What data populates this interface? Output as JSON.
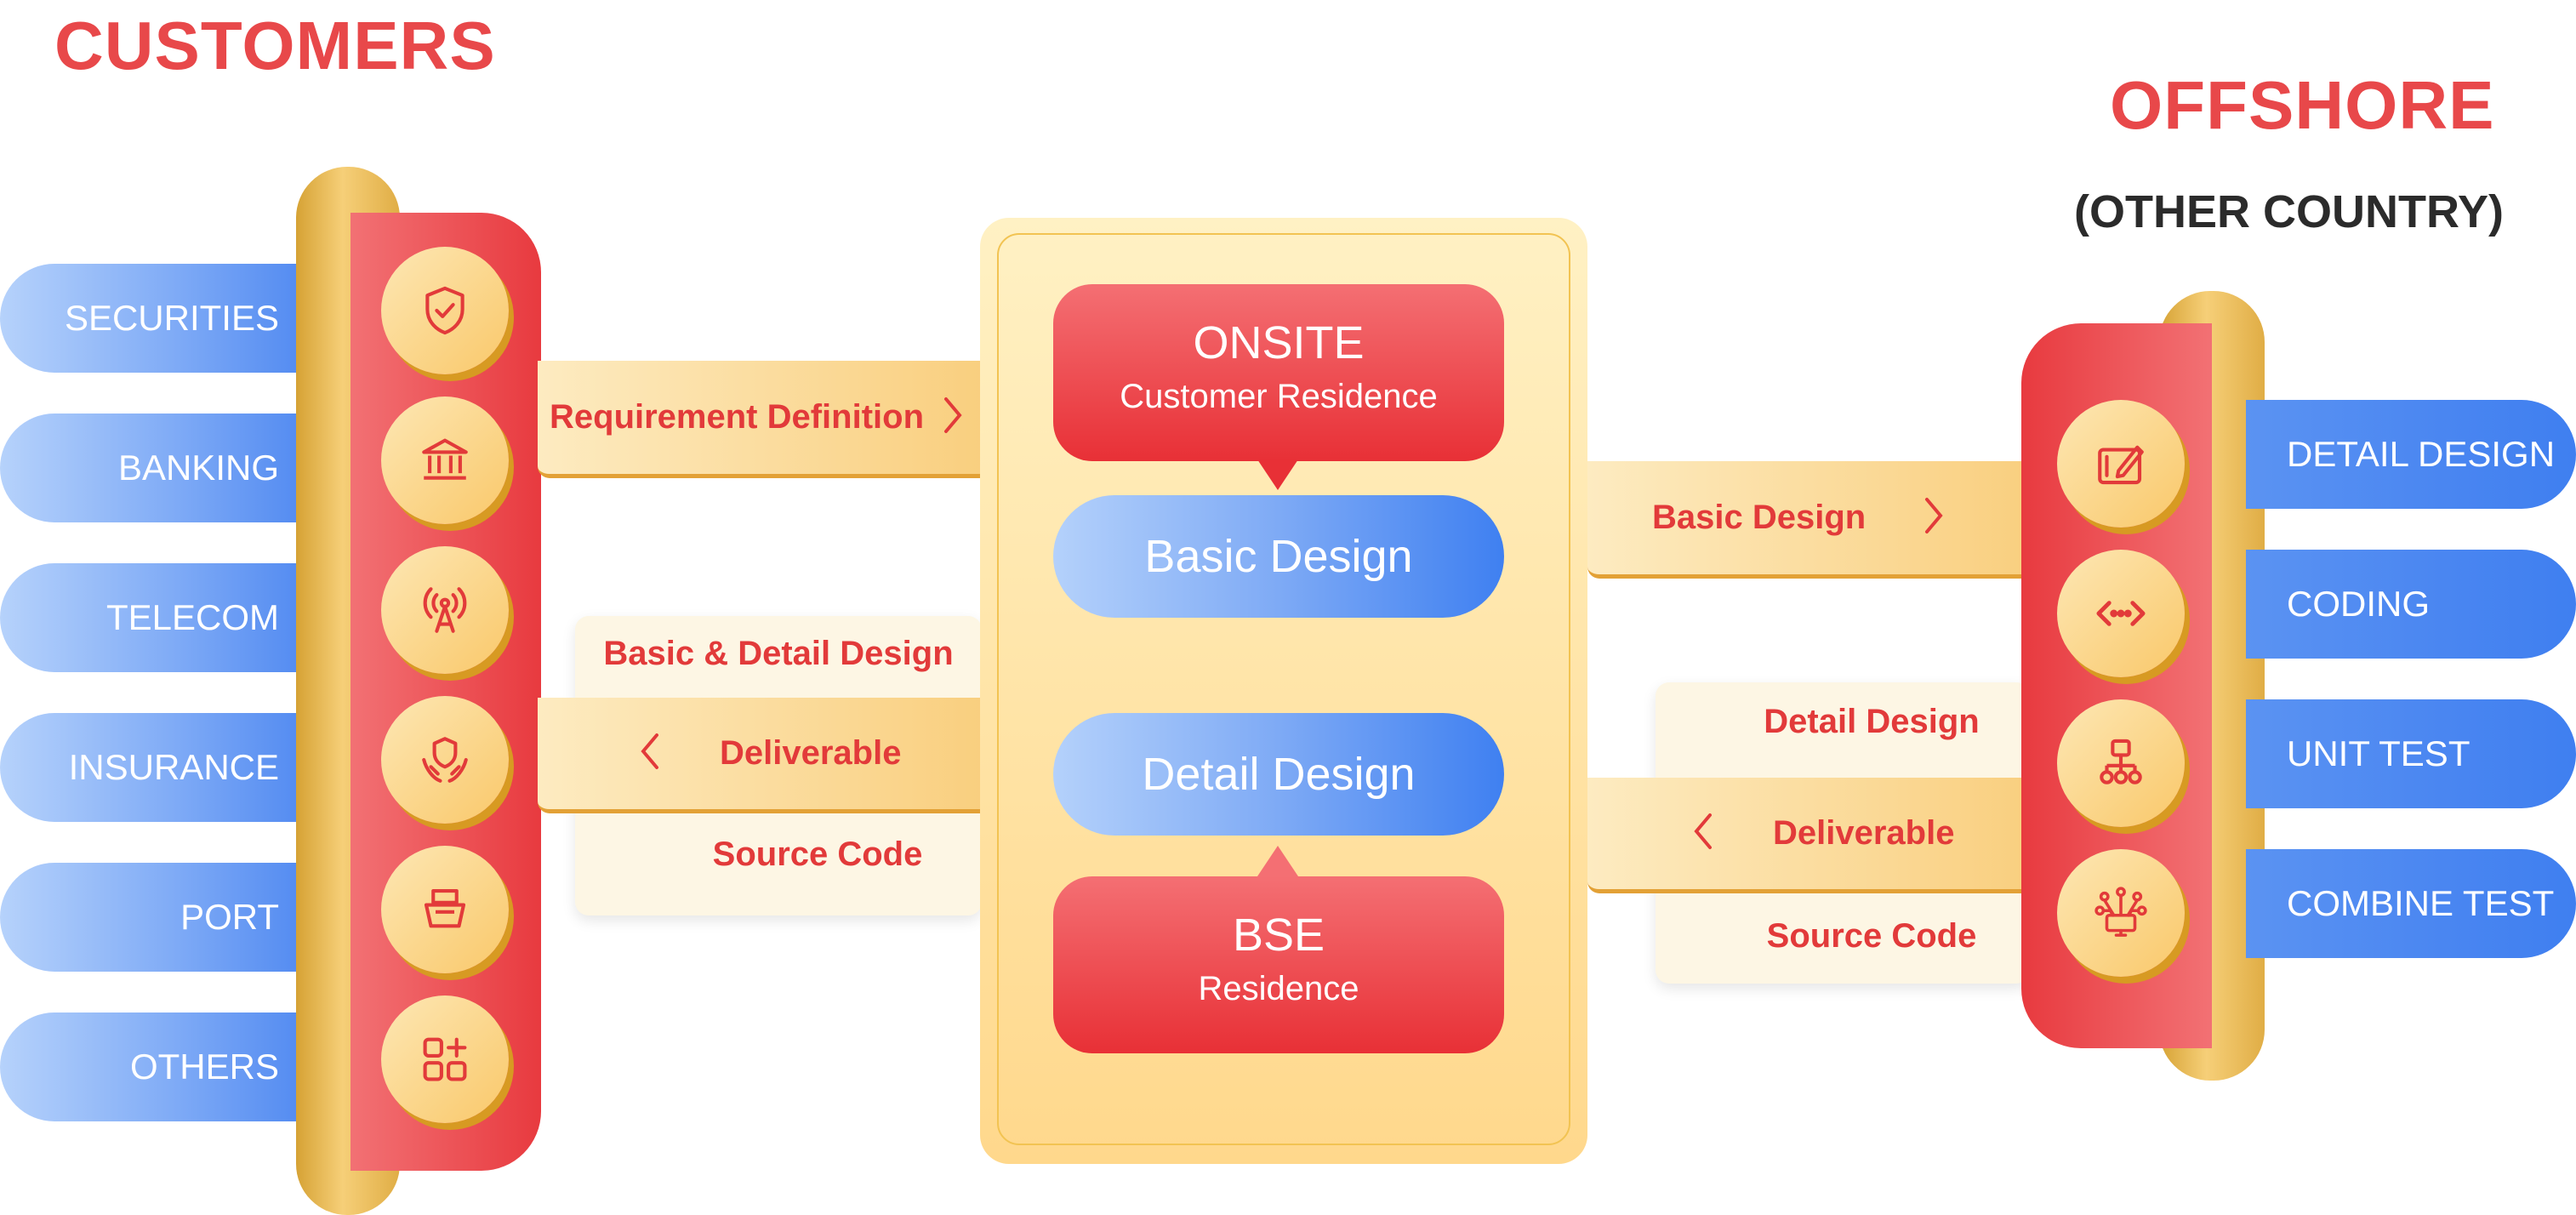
{
  "customers_title": "CUSTOMERS",
  "offshore_title": "OFFSHORE",
  "offshore_subtitle": "(OTHER COUNTRY)",
  "customer_sectors": [
    {
      "label": "SECURITIES",
      "icon": "shield-check-icon"
    },
    {
      "label": "BANKING",
      "icon": "bank-icon"
    },
    {
      "label": "TELECOM",
      "icon": "antenna-icon"
    },
    {
      "label": "INSURANCE",
      "icon": "hands-shield-icon"
    },
    {
      "label": "PORT",
      "icon": "ship-icon"
    },
    {
      "label": "OTHERS",
      "icon": "apps-plus-icon"
    }
  ],
  "offshore_tasks": [
    {
      "label": "DETAIL DESIGN",
      "icon": "drawing-tablet-icon"
    },
    {
      "label": "CODING",
      "icon": "code-icon"
    },
    {
      "label": "UNIT TEST",
      "icon": "hierarchy-icon"
    },
    {
      "label": "COMBINE TEST",
      "icon": "network-monitor-icon"
    }
  ],
  "left_flow": {
    "requirement": "Requirement Definition",
    "deliverable_top": "Basic & Detail  Design",
    "deliverable": "Deliverable",
    "deliverable_bottom": "Source Code"
  },
  "center": {
    "onsite_title": "ONSITE",
    "onsite_sub": "Customer Residence",
    "basic_design": "Basic Design",
    "detail_design": "Detail Design",
    "bse_title": "BSE",
    "bse_sub": "Residence"
  },
  "right_flow": {
    "basic_design": "Basic Design",
    "deliverable_top": "Detail  Design",
    "deliverable": "Deliverable",
    "deliverable_bottom": "Source Code"
  },
  "colors": {
    "accent_red": "#e8484a",
    "blue": "#4a86f1",
    "gold": "#f9c86a"
  }
}
